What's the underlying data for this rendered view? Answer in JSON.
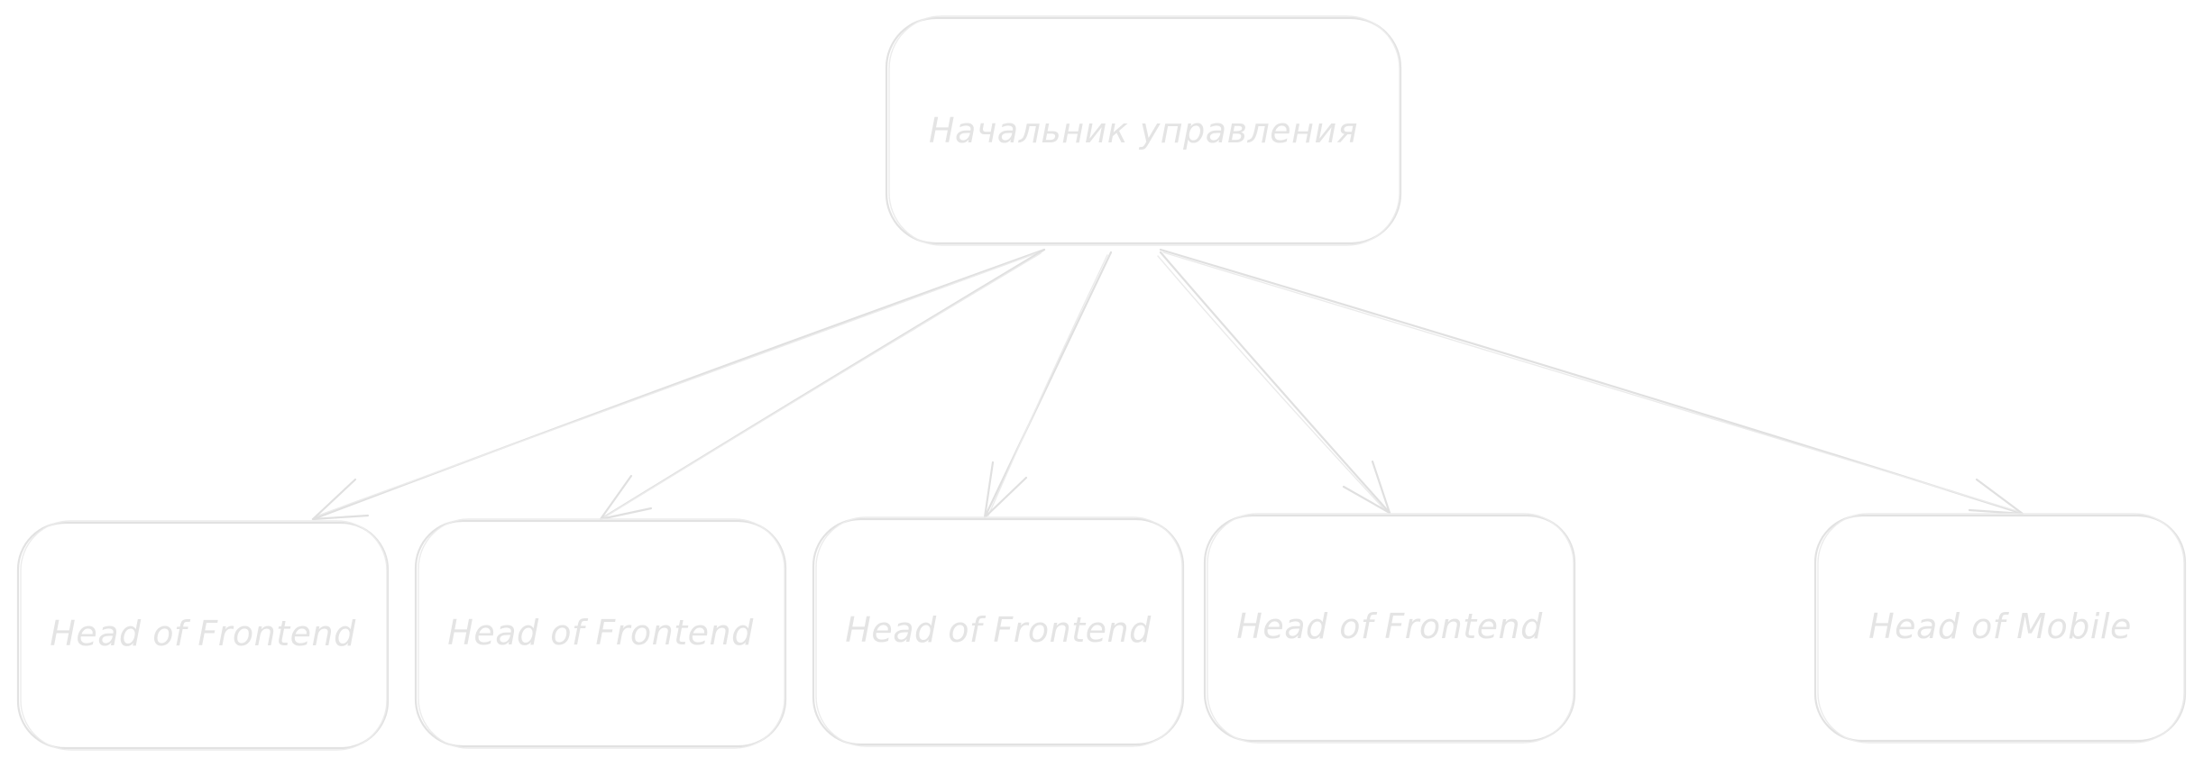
{
  "diagram": {
    "type": "org-chart",
    "root": {
      "label": "Начальник управления"
    },
    "children": [
      {
        "label": "Head of Frontend"
      },
      {
        "label": "Head of Frontend"
      },
      {
        "label": "Head of Frontend"
      },
      {
        "label": "Head of Frontend"
      },
      {
        "label": "Head of Mobile"
      }
    ],
    "edges": [
      {
        "from": "root",
        "to": 0
      },
      {
        "from": "root",
        "to": 1
      },
      {
        "from": "root",
        "to": 2
      },
      {
        "from": "root",
        "to": 3
      },
      {
        "from": "root",
        "to": 4
      }
    ]
  },
  "colors": {
    "stroke": "#e0e0e0",
    "text": "#e4e4e4",
    "background": "#ffffff"
  }
}
